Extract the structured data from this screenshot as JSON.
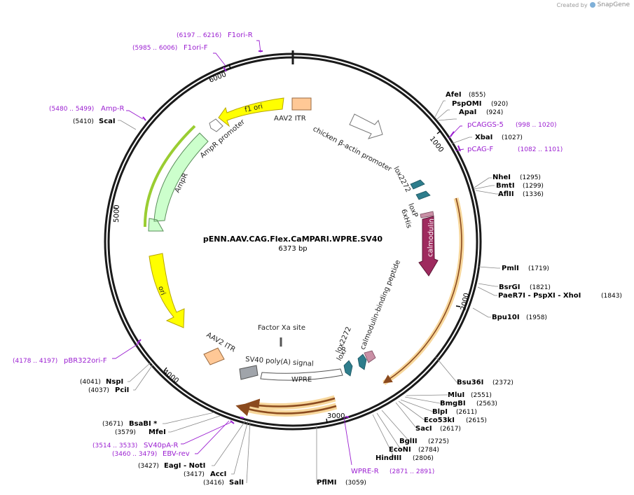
{
  "watermark": {
    "prefix": "Created by",
    "brand": "SnapGene"
  },
  "plasmid": {
    "name": "pENN.AAV.CAG.Flex.CaMPARI.WPRE.SV40",
    "size": "6373 bp"
  },
  "ticks": [
    "1000",
    "2000",
    "3000",
    "4000",
    "5000",
    "6000"
  ],
  "features": [
    {
      "label": "AAV2 ITR"
    },
    {
      "label": "chicken β-actin promoter"
    },
    {
      "label": "lox2272"
    },
    {
      "label": "loxP"
    },
    {
      "label": "6xHis"
    },
    {
      "label": "calmodulin"
    },
    {
      "label": "calmodulin-binding peptide"
    },
    {
      "label": "lox2272"
    },
    {
      "label": "loxP"
    },
    {
      "label": "WPRE"
    },
    {
      "label": "SV40 poly(A) signal"
    },
    {
      "label": "AAV2 ITR"
    },
    {
      "label": "Factor Xa site"
    },
    {
      "label": "ori"
    },
    {
      "label": "AmpR"
    },
    {
      "label": "AmpR promoter"
    },
    {
      "label": "f1 ori"
    }
  ],
  "sites": [
    {
      "name": "AfeI",
      "pos": "(855)"
    },
    {
      "name": "PspOMI",
      "pos": "(920)"
    },
    {
      "name": "ApaI",
      "pos": "(924)"
    },
    {
      "name": "XbaI",
      "pos": "(1027)"
    },
    {
      "name": "NheI",
      "pos": "(1295)"
    },
    {
      "name": "BmtI",
      "pos": "(1299)"
    },
    {
      "name": "AflII",
      "pos": "(1336)"
    },
    {
      "name": "PmlI",
      "pos": "(1719)"
    },
    {
      "name": "BsrGI",
      "pos": "(1821)"
    },
    {
      "name": "PaeR7I - PspXI - XhoI",
      "pos": "(1843)"
    },
    {
      "name": "Bpu10I",
      "pos": "(1958)"
    },
    {
      "name": "Bsu36I",
      "pos": "(2372)"
    },
    {
      "name": "MluI",
      "pos": "(2551)"
    },
    {
      "name": "BmgBI",
      "pos": "(2563)"
    },
    {
      "name": "BlpI",
      "pos": "(2611)"
    },
    {
      "name": "Eco53kI",
      "pos": "(2615)"
    },
    {
      "name": "SacI",
      "pos": "(2617)"
    },
    {
      "name": "BglII",
      "pos": "(2725)"
    },
    {
      "name": "EcoNI",
      "pos": "(2784)"
    },
    {
      "name": "HindIII",
      "pos": "(2806)"
    },
    {
      "name": "PflMI",
      "pos": "(3059)"
    },
    {
      "name": "SalI",
      "pos": "(3416)"
    },
    {
      "name": "AccI",
      "pos": "(3417)"
    },
    {
      "name": "EagI - NotI",
      "pos": "(3427)"
    },
    {
      "name": "MfeI",
      "pos": "(3579)"
    },
    {
      "name": "BsaBI *",
      "pos": "(3671)"
    },
    {
      "name": "PciI",
      "pos": "(4037)"
    },
    {
      "name": "NspI",
      "pos": "(4041)"
    },
    {
      "name": "ScaI",
      "pos": "(5410)"
    }
  ],
  "primers": [
    {
      "name": "pCAGGS-5",
      "range": "(998 .. 1020)"
    },
    {
      "name": "pCAG-F",
      "range": "(1082 .. 1101)"
    },
    {
      "name": "WPRE-R",
      "range": "(2871 .. 2891)"
    },
    {
      "name": "SV40pA-R",
      "range": "(3514 .. 3533)"
    },
    {
      "name": "EBV-rev",
      "range": "(3460 .. 3479)"
    },
    {
      "name": "pBR322ori-F",
      "range": "(4178 .. 4197)"
    },
    {
      "name": "Amp-R",
      "range": "(5480 .. 5499)"
    },
    {
      "name": "F1ori-F",
      "range": "(5985 .. 6006)"
    },
    {
      "name": "F1ori-R",
      "range": "(6197 .. 6216)"
    }
  ],
  "colors": {
    "backbone": "#1a1a1a",
    "primer": "#9B1FD1",
    "calmodulin": "#9E2A5E",
    "ori": "#FFFF00",
    "ampr": "#CCFFCC",
    "itr": "#FFC896",
    "lox": "#2E7D8C",
    "highlight": "#F2C27A",
    "polyA": "#A0A4AA"
  }
}
